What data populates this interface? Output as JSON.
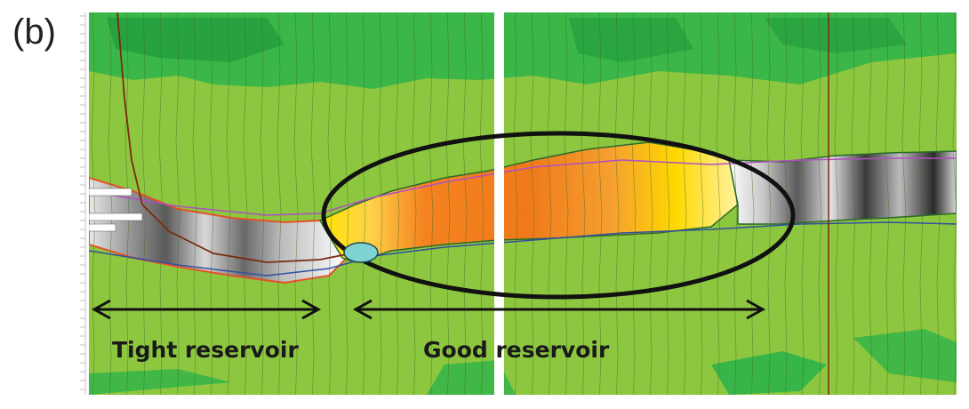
{
  "panel": {
    "label": "(b)"
  },
  "labels": {
    "tight": "Tight reservoir",
    "good": "Good reservoir"
  },
  "colors": {
    "background_green": "#8dc63f",
    "dark_green": "#2db34a",
    "tight_gray": "#8a8a8a",
    "good_orange": "#f58220",
    "good_yellow": "#ffe500",
    "marker_cyan": "#7fd3d3",
    "well_path": "#7a2a12",
    "horizon_purple": "#b050c0",
    "horizon_blue": "#3050a0"
  },
  "icons": {
    "well_marker": "ellipse-marker-icon"
  }
}
